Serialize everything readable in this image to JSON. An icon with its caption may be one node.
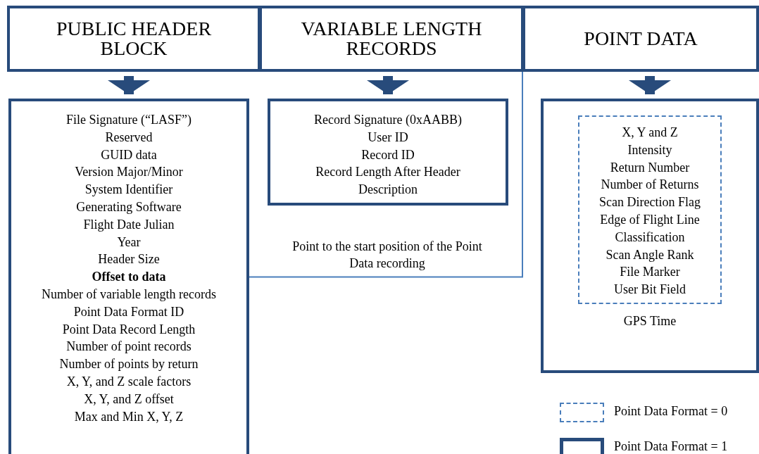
{
  "diagram": {
    "nodes": [
      {
        "text": [
          "PUBLIC HEADER BLOCK"
        ]
      },
      {
        "text": [
          "VARIABLE LENGTH RECORDS"
        ]
      },
      {
        "text": [
          "POINT DATA"
        ]
      },
      {
        "text": [
          "File Signature (“LASF”)",
          "Reserved",
          "GUID data",
          "Version Major/Minor",
          "System Identifier",
          "Generating Software",
          "Flight Date Julian",
          "Year",
          "Header Size",
          "Number of variable length records",
          "Point Data Format ID",
          "Point Data Record Length",
          "Number of point records",
          "Number of points by return",
          "X, Y, and Z scale factors",
          "X, Y, and Z offset",
          "Max and Min X, Y, Z"
        ]
      },
      {
        "text": [
          "Offset to data"
        ],
        "in": 3
      },
      {
        "text": [
          "Record Signature (0xAABB)",
          "User ID",
          "Record ID",
          "Record Length After Header",
          "Description"
        ]
      },
      {
        "text": [
          "GPS Time"
        ]
      },
      {
        "text": [
          "X, Y and Z",
          "Intensity",
          "Return Number",
          "Number of Returns",
          "Scan Direction Flag",
          "Edge of Flight Line",
          "Classification",
          "Scan Angle Rank",
          "File Marker",
          "User Bit Field"
        ],
        "in": 6
      }
    ],
    "edges": [
      {
        "from": 0,
        "to": 3,
        "arrow": "to"
      },
      {
        "from": 1,
        "to": 5,
        "arrow": "to"
      },
      {
        "from": 2,
        "to": 6,
        "arrow": "to"
      },
      {
        "from": 4,
        "to": 2,
        "arrow": "none",
        "label": "Point to the start position of the Point Data recording",
        "color": "#4a7ebb"
      }
    ],
    "legend": [
      {
        "text": "Point Data Format = 0"
      },
      {
        "text": "Point Data Format = 1"
      }
    ]
  }
}
